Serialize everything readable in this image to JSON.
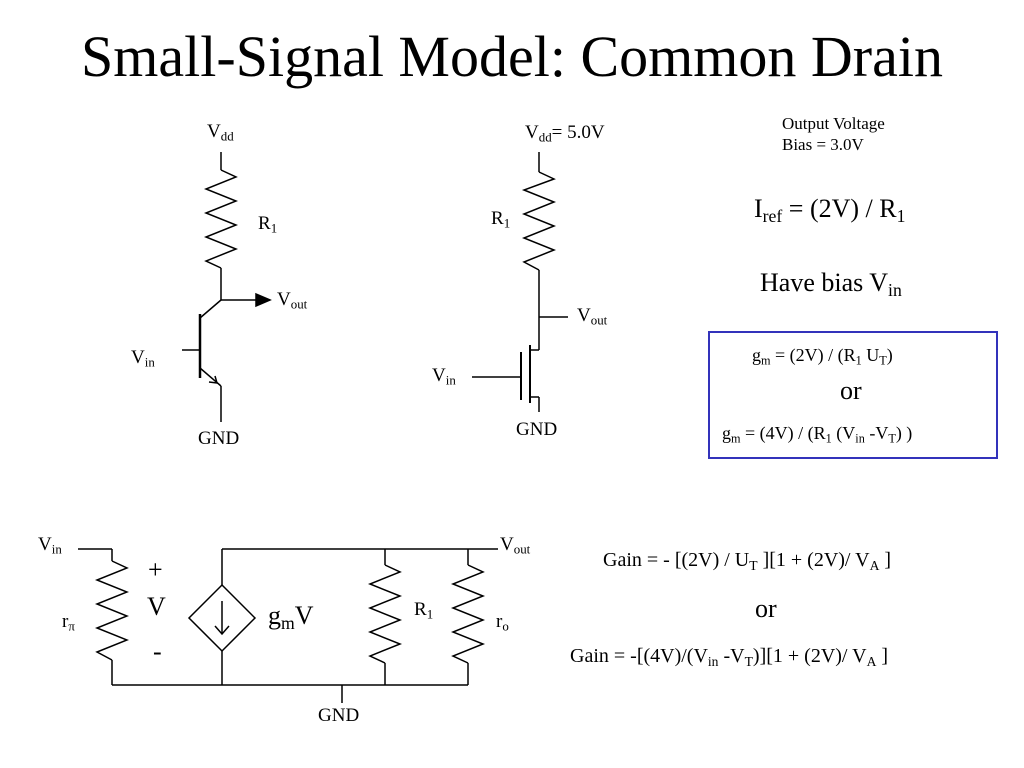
{
  "title": "Small-Signal Model: Common Drain",
  "bjt": {
    "vdd": "V",
    "vdd_sub": "dd",
    "r1": "R",
    "r1_sub": "1",
    "vout": "V",
    "vout_sub": "out",
    "vin": "V",
    "vin_sub": "in",
    "gnd": "GND"
  },
  "mos": {
    "vdd": "V",
    "vdd_sub": "dd",
    "vdd_value": "= 5.0V",
    "r1": "R",
    "r1_sub": "1",
    "vout": "V",
    "vout_sub": "out",
    "vin": "V",
    "vin_sub": "in",
    "gnd": "GND"
  },
  "bias_note": {
    "line1": "Output Voltage",
    "line2": "Bias = 3.0V"
  },
  "iref": {
    "a": "I",
    "a_sub": "ref",
    "b": " = (2V) / R",
    "b_sub": "1"
  },
  "have_bias": {
    "text": "Have bias V",
    "sub": "in"
  },
  "gm_box": {
    "eq1": {
      "p1": "g",
      "s1": "m",
      "p2": " = (2V) / (R",
      "s2": "1",
      "p3": " U",
      "s3": "T",
      "p4": ")"
    },
    "or": "or",
    "eq2": {
      "p1": "g",
      "s1": "m",
      "p2": " = (4V) / (R",
      "s2": "1",
      "p3": " (V",
      "s3": "in",
      "p4": " -V",
      "s4": "T",
      "p5": ") )"
    }
  },
  "small_signal": {
    "vin": "V",
    "vin_sub": "in",
    "vout": "V",
    "vout_sub": "out",
    "rpi": "r",
    "rpi_sub": "π",
    "plus": "+",
    "v": "V",
    "minus": "-",
    "gm": "g",
    "gm_sub": "m",
    "gm_v": "V",
    "r1": "R",
    "r1_sub": "1",
    "ro": "r",
    "ro_sub": "o",
    "gnd": "GND"
  },
  "gain": {
    "eq1": {
      "p1": "Gain = - [(2V) / U",
      "s1": "T",
      "p2": " ][1 + (2V)/ V",
      "s2": "A",
      "p3": " ]"
    },
    "or": "or",
    "eq2": {
      "p1": "Gain = -[(4V)/(V",
      "s1": "in",
      "p2": " -V",
      "s2": "T",
      "p3": ")][1 + (2V)/ V",
      "s3": "A",
      "p4": " ]"
    }
  }
}
